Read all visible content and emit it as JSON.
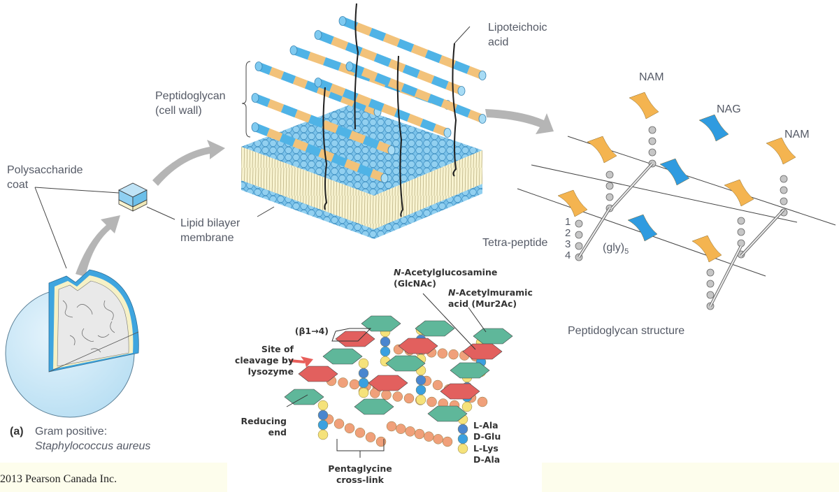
{
  "figure": {
    "panel_a": {
      "label": "(a)",
      "caption_line1": "Gram positive:",
      "caption_line2": "Staphylococcus aureus",
      "labels": {
        "polysaccharide_coat_l1": "Polysaccharide",
        "polysaccharide_coat_l2": "coat",
        "lipid_bilayer_l1": "Lipid bilayer",
        "lipid_bilayer_l2": "membrane",
        "peptidoglycan_l1": "Peptidoglycan",
        "peptidoglycan_l2": "(cell wall)",
        "lipoteichoic_l1": "Lipoteichoic",
        "lipoteichoic_l2": "acid"
      }
    },
    "structure_panel": {
      "nam_top": "NAM",
      "nag": "NAG",
      "nam_right": "NAM",
      "tetra_peptide": "Tetra-peptide",
      "gly5_base": "(gly)",
      "gly5_sub": "5",
      "peptide_numbers": [
        "1",
        "2",
        "3",
        "4"
      ],
      "caption": "Peptidoglycan structure"
    },
    "detail_panel": {
      "glcnac_l1_italic": "N",
      "glcnac_l1": "-Acetylglucosamine",
      "glcnac_l2": "(GlcNAc)",
      "murnac_l1_italic": "N",
      "murnac_l1": "-Acetylmuramic",
      "murnac_l2": "acid (Mur2Ac)",
      "beta_link": "(β1→4)",
      "cleavage_l1": "Site of",
      "cleavage_l2": "cleavage by",
      "cleavage_l3": "lysozyme",
      "reducing_l1": "Reducing",
      "reducing_l2": "end",
      "pentaglycine_l1": "Pentaglycine",
      "pentaglycine_l2": "cross-link",
      "amino_acids": [
        "L-Ala",
        "D-Glu",
        "L-Lys",
        "D-Ala"
      ]
    },
    "colors": {
      "sky_blue": "#4fb3e6",
      "tan": "#f2c27a",
      "nam_orange": "#f4b450",
      "nag_blue": "#2f9be0",
      "sugar_green": "#5fb79a",
      "sugar_red": "#e2605e",
      "bead_yellow": "#f5e27a",
      "bead_blue": "#4a86cf",
      "bead_orange": "#f0a07a",
      "arrow_gray": "#b5b5b5"
    }
  },
  "footer": {
    "copyright": "2013 Pearson Canada Inc."
  }
}
